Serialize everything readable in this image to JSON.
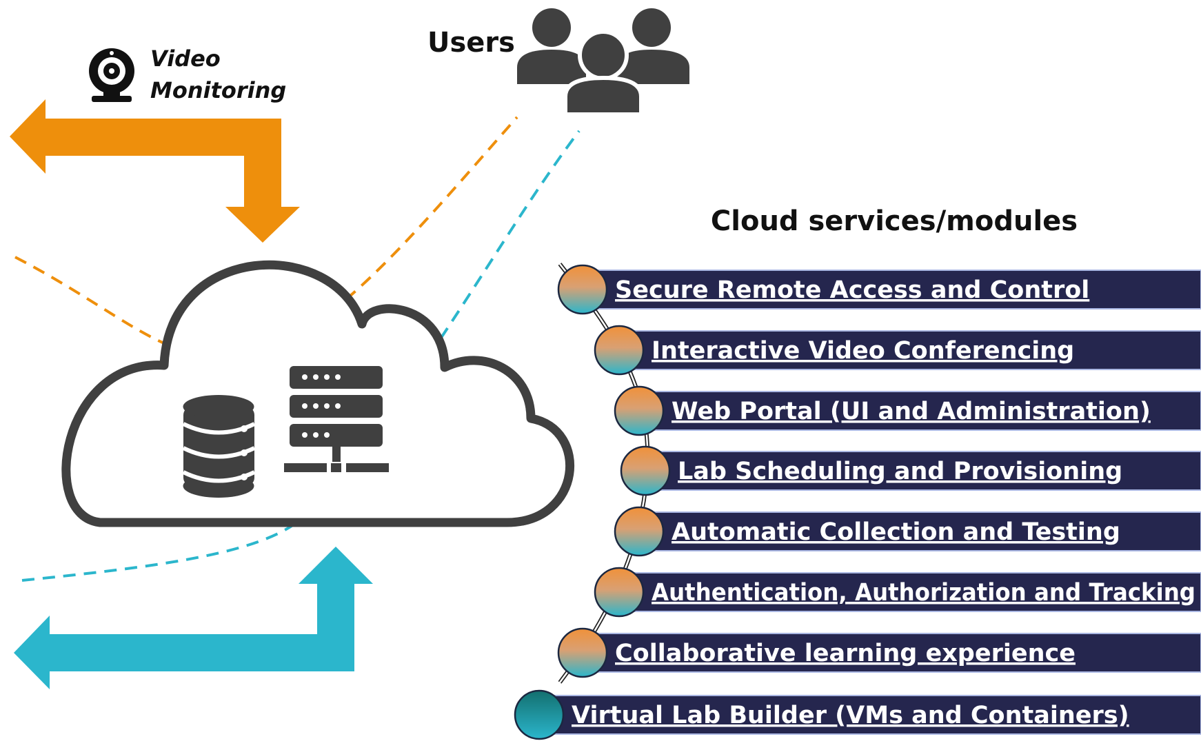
{
  "labels": {
    "users": "Users",
    "video_line1": "Video",
    "video_line2": "Monitoring",
    "cloud_services_title": "Cloud services/modules"
  },
  "modules": [
    {
      "label": "Secure Remote Access and Control",
      "dot_style": "gradient"
    },
    {
      "label": "Interactive Video Conferencing",
      "dot_style": "gradient"
    },
    {
      "label": "Web Portal (UI and Administration)",
      "dot_style": "gradient"
    },
    {
      "label": "Lab Scheduling and Provisioning",
      "dot_style": "gradient"
    },
    {
      "label": "Automatic Collection and Testing",
      "dot_style": "gradient"
    },
    {
      "label": "Authentication, Authorization and Tracking",
      "dot_style": "gradient"
    },
    {
      "label": "Collaborative learning experience",
      "dot_style": "gradient"
    },
    {
      "label": "Virtual Lab Builder (VMs and Containers)",
      "dot_style": "teal"
    }
  ],
  "colors": {
    "orange": "#EE8F0C",
    "teal": "#2BB6CC",
    "dark_icon": "#404040",
    "module_bar": "#25264E",
    "module_bar_edge": "#A9B6E2",
    "dot_top": "#F0913A",
    "dot_bottom": "#2BB6CC",
    "dot_solid": "#1A8A8A"
  },
  "icons": {
    "users": "users-group-icon",
    "webcam": "webcam-icon",
    "database": "database-icon",
    "server": "server-network-icon",
    "cloud": "cloud-icon"
  }
}
